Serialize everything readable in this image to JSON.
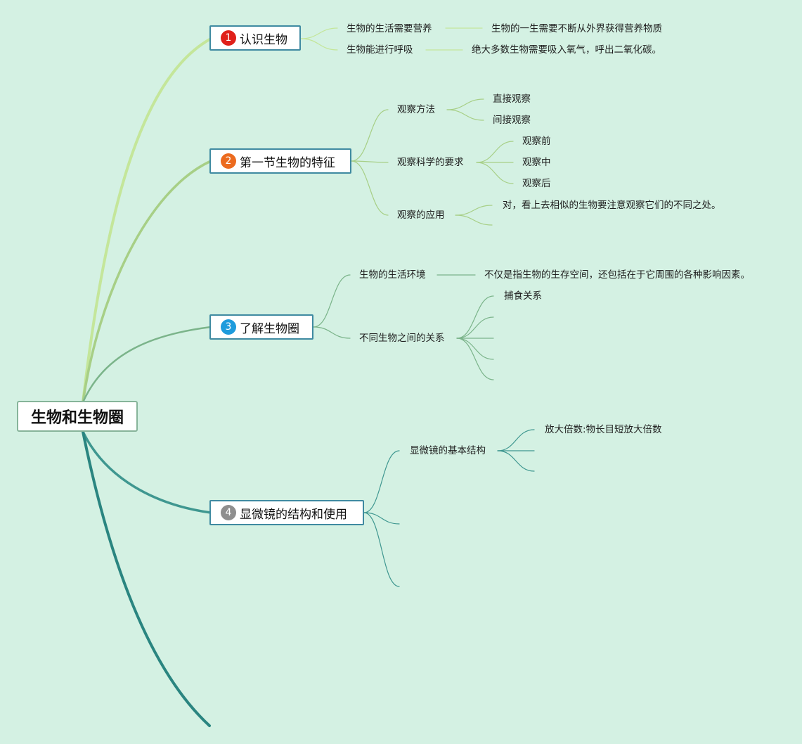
{
  "root": {
    "label": "生物和生物圈"
  },
  "colors": {
    "background": "#d4f1e3",
    "branch1": "#c4e69a",
    "branch2": "#a7cf86",
    "branch3": "#7bb48a",
    "branch4": "#3f9790",
    "branch5": "#2a8580",
    "badge1": "#e0201a",
    "badge2": "#ec6b1f",
    "badge3": "#1e9bdc",
    "badge4": "#8e8e8e"
  },
  "topics": [
    {
      "num": "1",
      "label": "认识生物",
      "children": [
        {
          "label": "生物的生活需要营养",
          "children": [
            {
              "label": "生物的一生需要不断从外界获得营养物质"
            }
          ]
        },
        {
          "label": "生物能进行呼吸",
          "children": [
            {
              "label": "绝大多数生物需要吸入氧气，呼出二氧化碳。"
            }
          ]
        }
      ]
    },
    {
      "num": "2",
      "label": "第一节生物的特征",
      "children": [
        {
          "label": "观察方法",
          "children": [
            {
              "label": "直接观察"
            },
            {
              "label": "间接观察"
            }
          ]
        },
        {
          "label": "观察科学的要求",
          "children": [
            {
              "label": "观察前"
            },
            {
              "label": "观察中"
            },
            {
              "label": "观察后"
            }
          ]
        },
        {
          "label": "观察的应用",
          "children": [
            {
              "label": "对，看上去相似的生物要注意观察它们的不同之处。"
            },
            {
              "label": ""
            }
          ]
        }
      ]
    },
    {
      "num": "3",
      "label": "了解生物圈",
      "children": [
        {
          "label": "生物的生活环境",
          "children": [
            {
              "label": "不仅是指生物的生存空间，还包括在于它周围的各种影响因素。"
            }
          ]
        },
        {
          "label": "不同生物之间的关系",
          "children": [
            {
              "label": "捕食关系"
            },
            {
              "label": ""
            },
            {
              "label": ""
            },
            {
              "label": ""
            },
            {
              "label": ""
            }
          ]
        }
      ]
    },
    {
      "num": "4",
      "label": "显微镜的结构和使用",
      "children": [
        {
          "label": "显微镜的基本结构",
          "children": [
            {
              "label": "放大倍数:物长目短放大倍数"
            },
            {
              "label": ""
            },
            {
              "label": ""
            }
          ]
        },
        {
          "label": ""
        },
        {
          "label": ""
        }
      ]
    }
  ]
}
